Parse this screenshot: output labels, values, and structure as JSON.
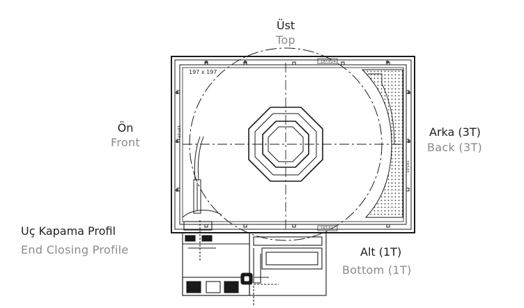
{
  "labels": {
    "top_tr": "Üst",
    "top_en": "Top",
    "front_tr": "Ön",
    "front_en": "Front",
    "back_tr": "Arka (3T)",
    "back_en": "Back (3T)",
    "endcap_tr": "Uç Kapama Profil",
    "endcap_en": "End Closing Profile",
    "bottom_tr": "Alt (1T)",
    "bottom_en": "Bottom (1T)"
  },
  "drawing": {
    "size_label": "197 x 197",
    "tag_top": "197-01",
    "tag_bottom": "197-02",
    "tag_left": "197-03",
    "tag_right": "197-03"
  }
}
